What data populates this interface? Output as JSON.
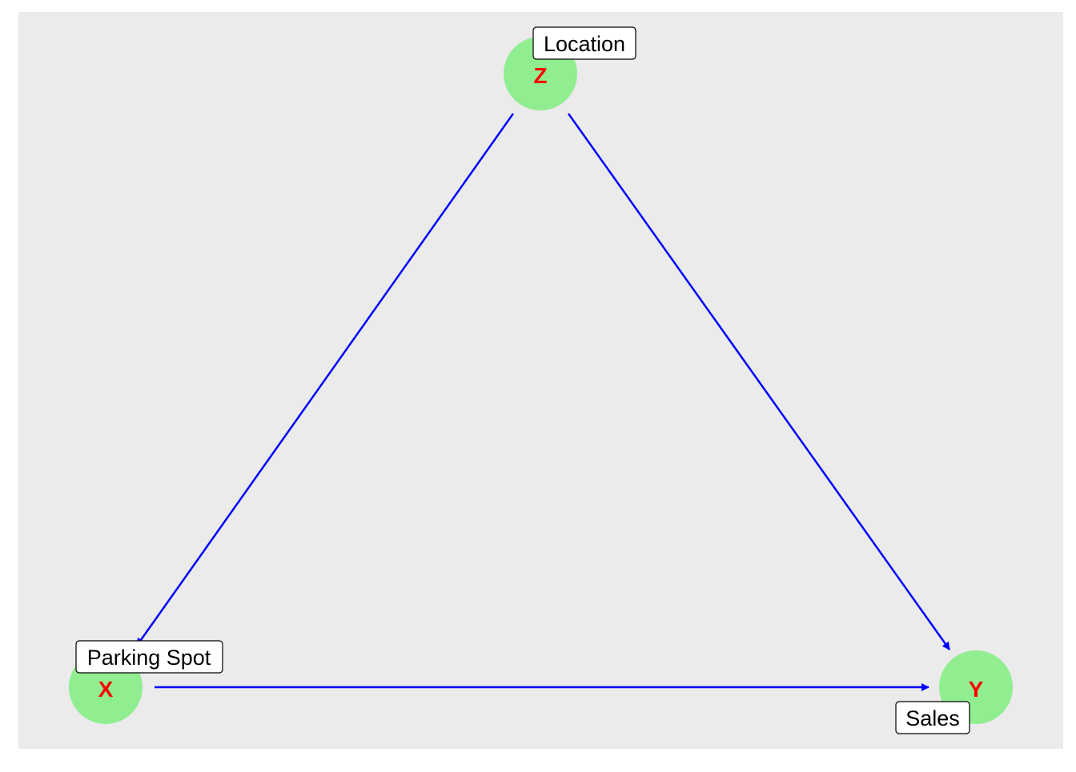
{
  "diagram": {
    "colors": {
      "panel_background": "#EBEBEB",
      "node_fill": "#90EE90",
      "node_letter": "#FF0000",
      "edge": "#0000FF",
      "label_background": "#FFFFFF",
      "label_border": "#000000",
      "label_text": "#000000"
    },
    "nodes": {
      "z": {
        "letter": "Z",
        "label": "Location"
      },
      "x": {
        "letter": "X",
        "label": "Parking Spot"
      },
      "y": {
        "letter": "Y",
        "label": "Sales"
      }
    },
    "edges": [
      {
        "from": "Z",
        "to": "X"
      },
      {
        "from": "Z",
        "to": "Y"
      },
      {
        "from": "X",
        "to": "Y"
      }
    ]
  }
}
